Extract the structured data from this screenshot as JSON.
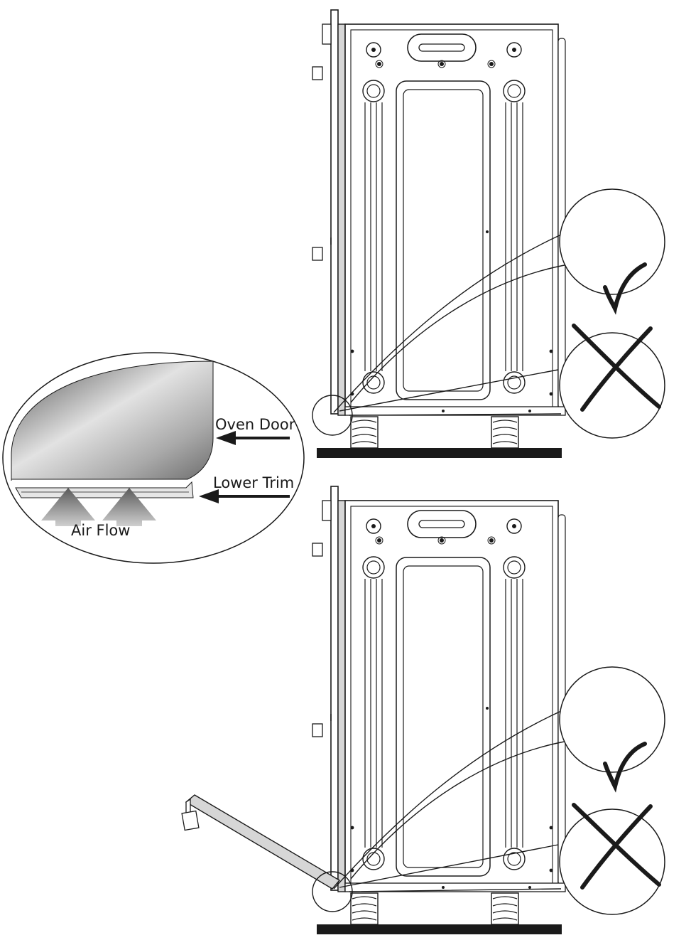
{
  "labels": {
    "oven_door": "Oven Door",
    "lower_trim": "Lower Trim",
    "air_flow": "Air Flow"
  },
  "marks": {
    "correct": "√",
    "incorrect": "×"
  },
  "colors": {
    "line": "#1a1a1a",
    "floor": "#1a1a1a",
    "panel_gray": "#c9c9c9",
    "door_dark": "#6a6a6a",
    "door_light": "#d8d8d8",
    "arrow_gray": "#8a8a8a"
  },
  "scenes": [
    {
      "name": "door-closed"
    },
    {
      "name": "door-open"
    }
  ]
}
